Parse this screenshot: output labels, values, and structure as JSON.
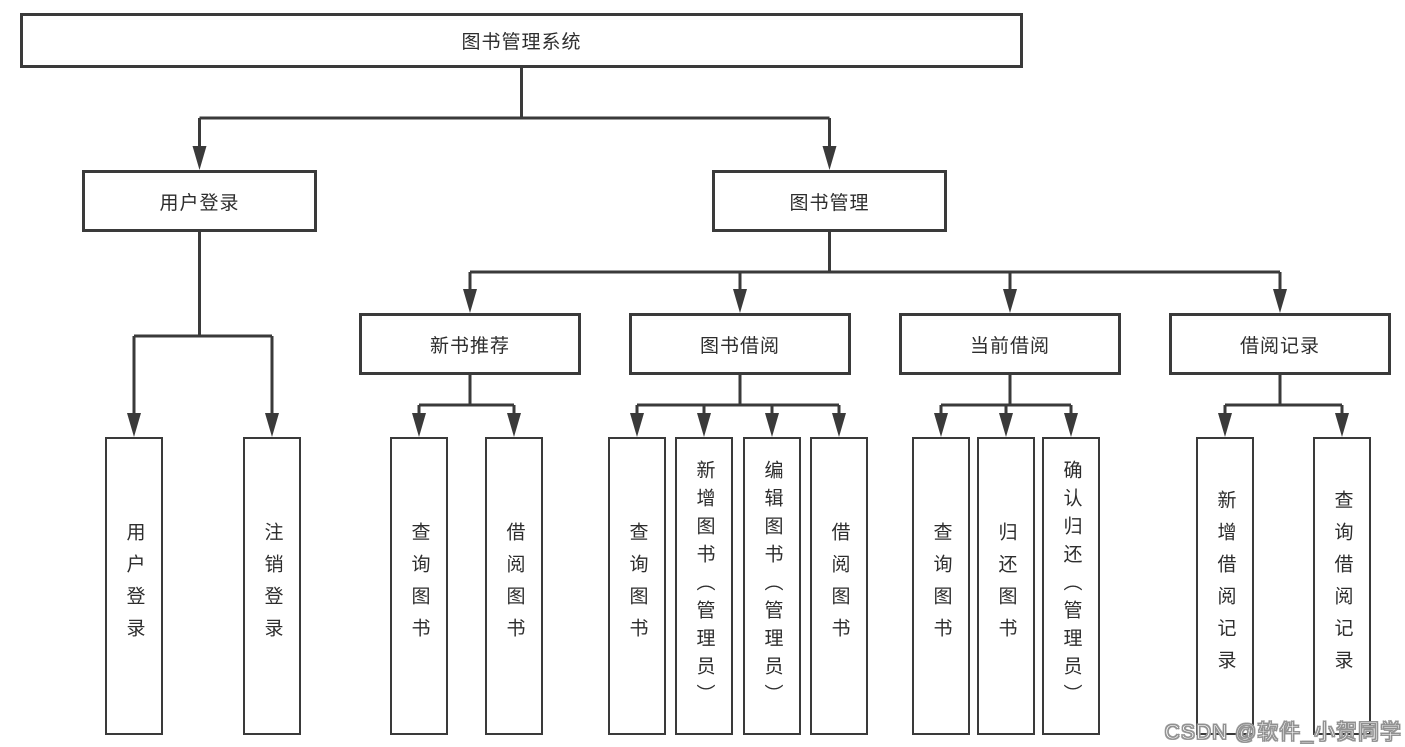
{
  "tree": {
    "root": {
      "label": "图书管理系统"
    },
    "level2": [
      {
        "label": "用户登录"
      },
      {
        "label": "图书管理"
      }
    ],
    "level3": [
      {
        "label": "新书推荐"
      },
      {
        "label": "图书借阅"
      },
      {
        "label": "当前借阅"
      },
      {
        "label": "借阅记录"
      }
    ],
    "leaves": {
      "login": [
        "用户登录",
        "注销登录"
      ],
      "newbook": [
        "查询图书",
        "借阅图书"
      ],
      "borrow": [
        "查询图书",
        "新增图书（管理员）",
        "编辑图书（管理员）",
        "借阅图书"
      ],
      "current": [
        "查询图书",
        "归还图书",
        "确认归还（管理员）"
      ],
      "record": [
        "新增借阅记录",
        "查询借阅记录"
      ]
    }
  },
  "watermark": {
    "text": "CSDN @软件_小贺同学"
  },
  "colors": {
    "line": "#3a3a3a",
    "box_border": "#3a3a3a",
    "box_background": "#ffffff",
    "text": "#2d2d2d",
    "watermark_fill": "#ffffff",
    "watermark_outline": "#8f8f8f"
  }
}
